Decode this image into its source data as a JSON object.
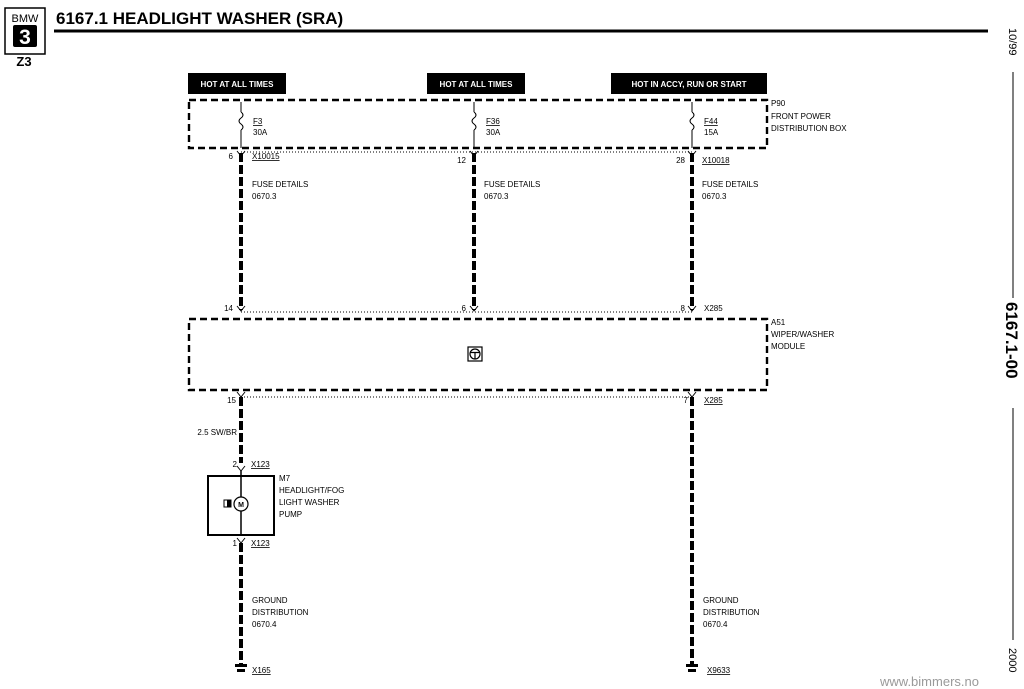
{
  "header": {
    "logo_top": "BMW",
    "logo_series": "3",
    "logo_model": "Z3",
    "title": "6167.1 HEADLIGHT WASHER (SRA)"
  },
  "side": {
    "date": "10/99",
    "page_code": "6167.1-00",
    "year": "2000"
  },
  "watermark": "www.bimmers.no",
  "power_labels": [
    "HOT AT ALL TIMES",
    "HOT AT ALL TIMES",
    "HOT IN ACCY, RUN OR START"
  ],
  "fuse_box": {
    "id": "P90",
    "name_line1": "FRONT POWER",
    "name_line2": "DISTRIBUTION BOX",
    "fuses": [
      {
        "name": "F3",
        "amps": "30A",
        "pin": "6",
        "connector": "X10015"
      },
      {
        "name": "F36",
        "amps": "30A",
        "pin": "12",
        "connector": ""
      },
      {
        "name": "F44",
        "amps": "15A",
        "pin": "28",
        "connector": "X10018"
      }
    ]
  },
  "fuse_details": {
    "line1": "FUSE DETAILS",
    "line2": "0670.3"
  },
  "module": {
    "id": "A51",
    "name_line1": "WIPER/WASHER",
    "name_line2": "MODULE",
    "input_pins": [
      "14",
      "6",
      "8"
    ],
    "input_connector": "X285",
    "output_pins": [
      "15",
      "7"
    ],
    "output_connector": "X285"
  },
  "wire_label": "2.5 SW/BR",
  "pump": {
    "id": "M7",
    "name_line1": "HEADLIGHT/FOG",
    "name_line2": "LIGHT WASHER",
    "name_line3": "PUMP",
    "pin_top": "2",
    "pin_bottom": "1",
    "connector": "X123"
  },
  "ground": {
    "line1": "GROUND",
    "line2": "DISTRIBUTION",
    "line3": "0670.4",
    "left_connector": "X165",
    "right_connector": "X9633"
  }
}
